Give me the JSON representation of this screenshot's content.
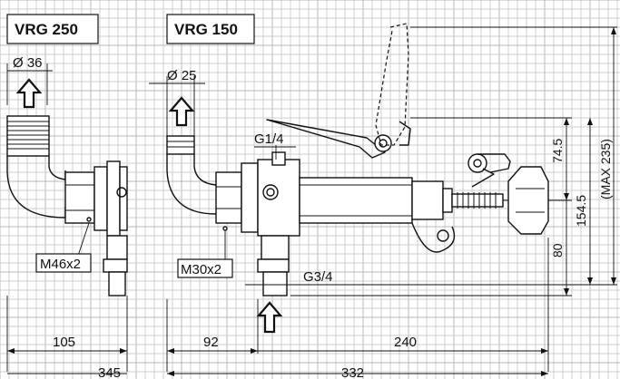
{
  "models": [
    {
      "title": "VRG 250"
    },
    {
      "title": "VRG 150"
    }
  ],
  "dimensions": {
    "vrg250_pipe_diameter": "Ø 36",
    "vrg150_pipe_diameter": "Ø 25",
    "vrg250_thread": "M46x2",
    "vrg150_thread": "M30x2",
    "top_thread": "G1/4",
    "bottom_thread": "G3/4",
    "vrg250_width": "105",
    "vrg150_offset": "92",
    "valve_length": "240",
    "vrg250_total": "345",
    "vrg150_total": "332",
    "height_upper": "74.5",
    "height_mid": "154.5",
    "height_lower": "80",
    "height_max": "(MAX  235)"
  },
  "icons": [
    "flow-up-arrow-icon",
    "flow-up-arrow-icon",
    "flow-up-arrow-icon"
  ],
  "colors": {
    "grid": "#cfcfcf",
    "line": "#111111",
    "background": "#ffffff"
  }
}
